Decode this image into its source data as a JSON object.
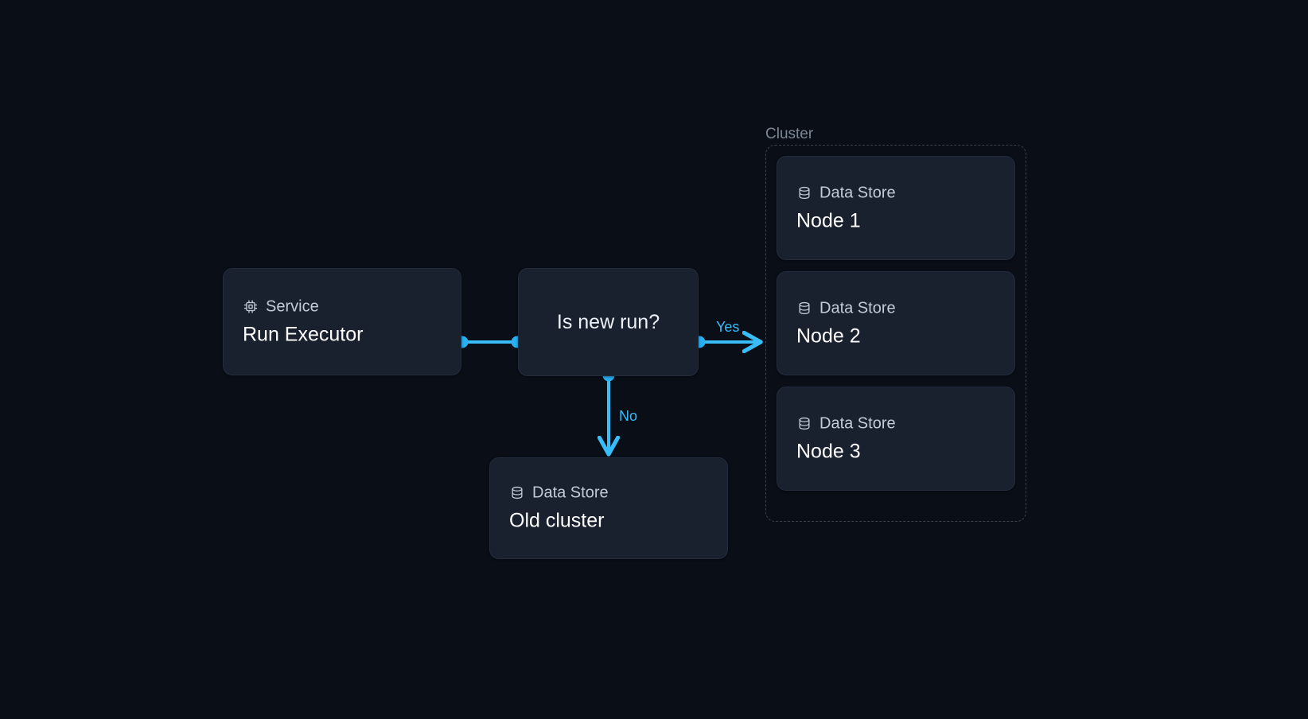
{
  "diagram": {
    "background_color": "#0a0e16",
    "accent_color": "#38bdf8",
    "card_color": "#19212f"
  },
  "nodes": {
    "service": {
      "type_label": "Service",
      "icon": "cpu-chip-icon",
      "title": "Run Executor"
    },
    "decision": {
      "label": "Is new run?"
    },
    "old_cluster": {
      "type_label": "Data Store",
      "icon": "database-icon",
      "title": "Old cluster"
    },
    "node1": {
      "type_label": "Data Store",
      "icon": "database-icon",
      "title": "Node 1"
    },
    "node2": {
      "type_label": "Data Store",
      "icon": "database-icon",
      "title": "Node 2"
    },
    "node3": {
      "type_label": "Data Store",
      "icon": "database-icon",
      "title": "Node 3"
    }
  },
  "cluster": {
    "label": "Cluster"
  },
  "edges": {
    "service_to_decision": {
      "label": ""
    },
    "decision_to_node2": {
      "label": "Yes"
    },
    "decision_to_old_cluster": {
      "label": "No"
    }
  }
}
